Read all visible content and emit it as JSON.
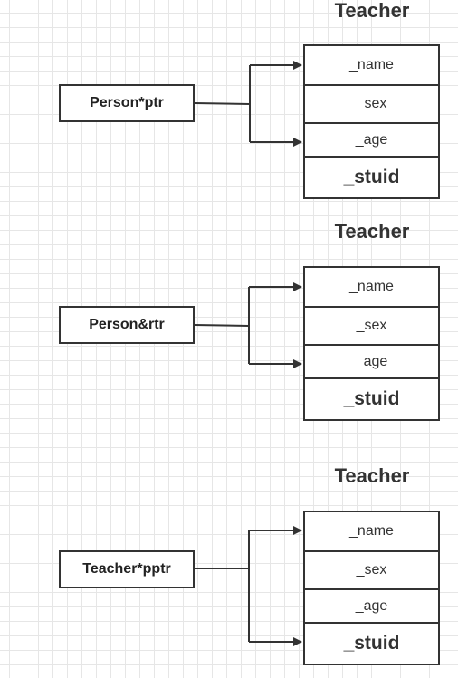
{
  "diagrams": [
    {
      "title": "Teacher",
      "pointer": "Person*ptr",
      "fields": [
        "_name",
        "_sex",
        "_age",
        "_stuid"
      ]
    },
    {
      "title": "Teacher",
      "pointer": "Person&rtr",
      "fields": [
        "_name",
        "_sex",
        "_age",
        "_stuid"
      ]
    },
    {
      "title": "Teacher",
      "pointer": "Teacher*pptr",
      "fields": [
        "_name",
        "_sex",
        "_age",
        "_stuid"
      ]
    }
  ]
}
